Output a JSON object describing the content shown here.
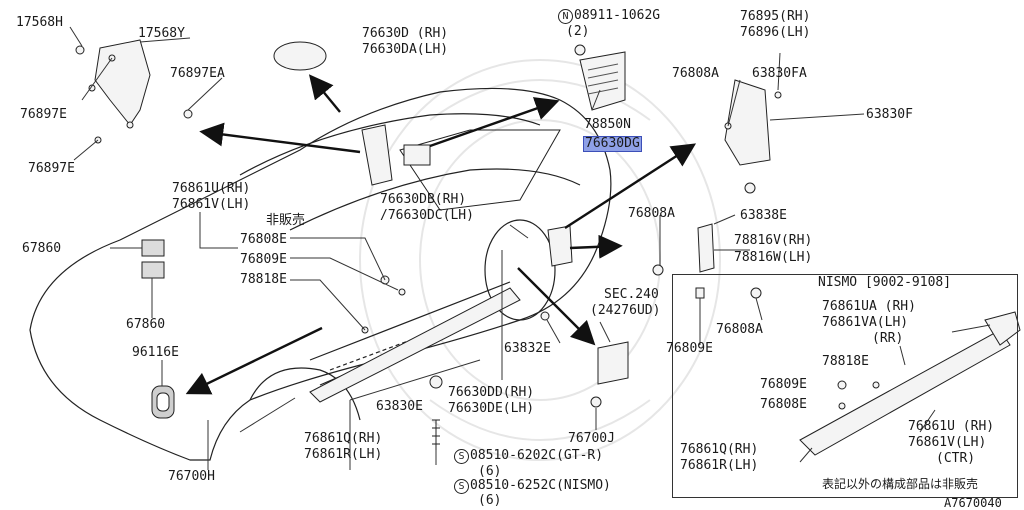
{
  "diagram": {
    "code": "A7670040",
    "nismo_box": {
      "title": "NISMO [9002-9108]",
      "footer": "表記以外の構成部品は非販売"
    },
    "labels": {
      "p17568H": "17568H",
      "p17568Y": "17568Y",
      "p76897EA": "76897EA",
      "p76897E_1": "76897E",
      "p76897E_2": "76897E",
      "p76630D": "76630D (RH)",
      "p76630DA": "76630DA(LH)",
      "p08911_num": "08911-1062G",
      "p08911_symbol": "N",
      "p08911_qty": "(2)",
      "p78850N": "78850N",
      "p76630DG": "76630DG",
      "p76895": "76895(RH)",
      "p76896": "76896(LH)",
      "p76808A_top": "76808A",
      "p63830FA": "63830FA",
      "p63830F": "63830F",
      "p76861U": "76861U(RH)",
      "p76861V": "76861V(LH)",
      "p_hihanbai": "非販売",
      "p76808E": "76808E",
      "p76809E": "76809E",
      "p78818E": "78818E",
      "p67860_1": "67860",
      "p67860_2": "67860",
      "p96116E": "96116E",
      "p76630DB": "76630DB(RH)",
      "p76630DC": "/76630DC(LH)",
      "p76808A_mid": "76808A",
      "p63838E": "63838E",
      "p78816V": "78816V(RH)",
      "p78816W": "78816W(LH)",
      "pSEC240": "SEC.240",
      "p24276UD": "(24276UD)",
      "p76808A_low": "76808A",
      "p76809E_low": "76809E",
      "p63832E": "63832E",
      "p63830E": "63830E",
      "p76630DD": "76630DD(RH)",
      "p76630DE": "76630DE(LH)",
      "p76700J": "76700J",
      "p76861Q": "76861Q(RH)",
      "p76861R": "76861R(LH)",
      "p76700H": "76700H",
      "p08510_1": "08510-6202C(GT-R)",
      "p08510_1_symbol": "S",
      "p08510_1_qty": "(6)",
      "p08510_2": "08510-6252C(NISMO)",
      "p08510_2_symbol": "S",
      "p08510_2_qty": "(6)",
      "n76861UA": "76861UA (RH)",
      "n76861VA": "76861VA(LH)",
      "nRR": "(RR)",
      "n78818E": "78818E",
      "n76809E": "76809E",
      "n76808E": "76808E",
      "n76861U": "76861U (RH)",
      "n76861V": "76861V(LH)",
      "nCTR": "(CTR)",
      "n76861Q": "76861Q(RH)",
      "n76861R": "76861R(LH)"
    }
  }
}
